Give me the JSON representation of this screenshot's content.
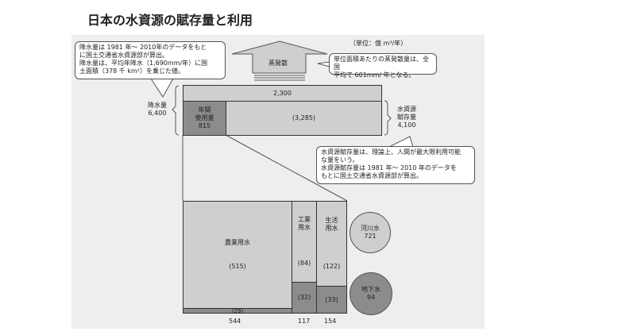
{
  "title": "日本の水資源の賦存量と利用",
  "unit": "（単位：億 m³/年）",
  "callouts": {
    "precip_note": [
      "降水量は 1981 年～ 2010年のデータをもと",
      "に国土交通省水資源部が算出。",
      "降水量は、平均年降水（1,690mm/年）に国",
      "土面積（378 千 km²）を乗じた値。"
    ],
    "evap_note": [
      "単位面積あたりの蒸発散量は、全国",
      "平均で 601mm/ 年となる。"
    ],
    "resource_note": [
      "水資源賦存量は、理論上、人間が最大限利用可能",
      "な量をいう。",
      "水資源賦存量は 1981 年～ 2010 年のデータを",
      "もとに国土交通省水資源部が算出。"
    ]
  },
  "evaporation": {
    "label": "蒸発散",
    "value": "2,300"
  },
  "precipitation": {
    "label": "降水量",
    "value": "6,400"
  },
  "annual_use": {
    "label1": "年間",
    "label2": "使用量",
    "value": "815"
  },
  "unused": "(3,285)",
  "resource": {
    "label1": "水資源",
    "label2": "賦存量",
    "value": "4,100"
  },
  "uses": {
    "agri": {
      "label": "農業用水",
      "surface": "(515)",
      "ground": "(29)",
      "total": "544"
    },
    "industry": {
      "label1": "工業",
      "label2": "用水",
      "surface": "(84)",
      "ground": "(32)",
      "total": "117"
    },
    "domestic": {
      "label1": "生活",
      "label2": "用水",
      "surface": "(122)",
      "ground": "(33)",
      "total": "154"
    }
  },
  "sources": {
    "river": {
      "label": "河川水",
      "value": "721"
    },
    "ground": {
      "label": "地下水",
      "value": "94"
    }
  }
}
